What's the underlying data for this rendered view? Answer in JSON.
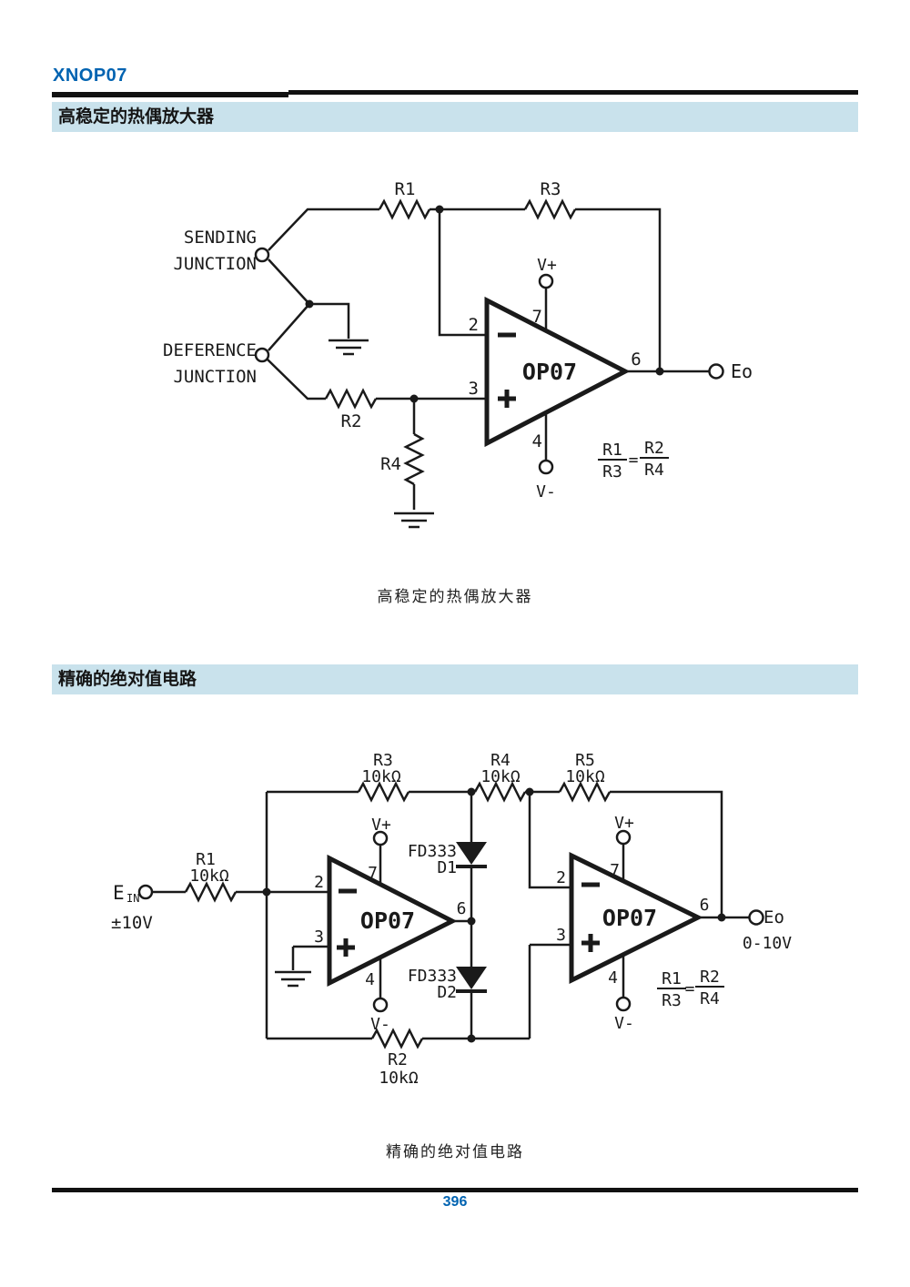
{
  "page": {
    "brand": "XNOP07",
    "page_number": "396",
    "accent_color": "#0063b1",
    "banner_bg": "#c9e2ec"
  },
  "icons": {
    "ground": "⏚",
    "terminal": "○",
    "junction": "●",
    "diode": "▼",
    "inverting_input": "−",
    "noninverting_input": "+"
  },
  "section1": {
    "banner": "高稳定的热偶放大器",
    "caption": "高稳定的热偶放大器",
    "schematic": {
      "sending_line1": "SENDING",
      "sending_line2": "JUNCTION",
      "deference_line1": "DEFERENCE",
      "deference_line2": "JUNCTION",
      "r1": "R1",
      "r2": "R2",
      "r3": "R3",
      "r4": "R4",
      "opamp": "OP07",
      "pin2": "2",
      "pin3": "3",
      "pin4": "4",
      "pin6": "6",
      "pin7": "7",
      "vplus": "V+",
      "vminus": "V-",
      "output": "Eo",
      "formula": {
        "num1": "R1",
        "den1": "R3",
        "equals": "=",
        "num2": "R2",
        "den2": "R4"
      }
    }
  },
  "section2": {
    "banner": "精确的绝对值电路",
    "caption": "精确的绝对值电路",
    "schematic": {
      "input": "E",
      "input_sub": "IN",
      "input_range": "±10V",
      "r1": "R1",
      "r1_val": "10kΩ",
      "r2": "R2",
      "r2_val": "10kΩ",
      "r3": "R3",
      "r3_val": "10kΩ",
      "r4": "R4",
      "r4_val": "10kΩ",
      "r5": "R5",
      "r5_val": "10kΩ",
      "d1_part": "FD333",
      "d1": "D1",
      "d2_part": "FD333",
      "d2": "D2",
      "opamp1": "OP07",
      "opamp2": "OP07",
      "pin2": "2",
      "pin3": "3",
      "pin4": "4",
      "pin6": "6",
      "pin7": "7",
      "vplus": "V+",
      "vminus": "V-",
      "output": "Eo",
      "output_range": "0-10V",
      "formula": {
        "num1": "R1",
        "den1": "R3",
        "equals": "=",
        "num2": "R2",
        "den2": "R4"
      }
    }
  }
}
